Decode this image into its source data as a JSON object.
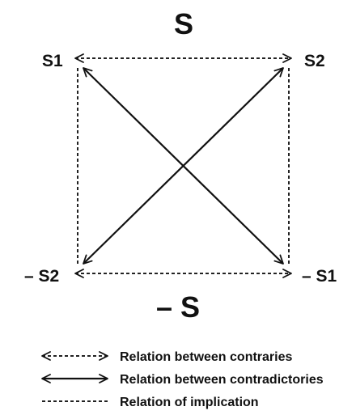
{
  "square": {
    "top_title": "S",
    "bottom_title": "– S",
    "top_left": "S1",
    "top_right": "S2",
    "bottom_left": "– S2",
    "bottom_right": "– S1"
  },
  "legend": [
    {
      "symbol": "contraries-arrow",
      "label": "Relation between contraries"
    },
    {
      "symbol": "contradictories-arrow",
      "label": "Relation between contradictories"
    },
    {
      "symbol": "implication-line",
      "label": "Relation of implication"
    }
  ]
}
